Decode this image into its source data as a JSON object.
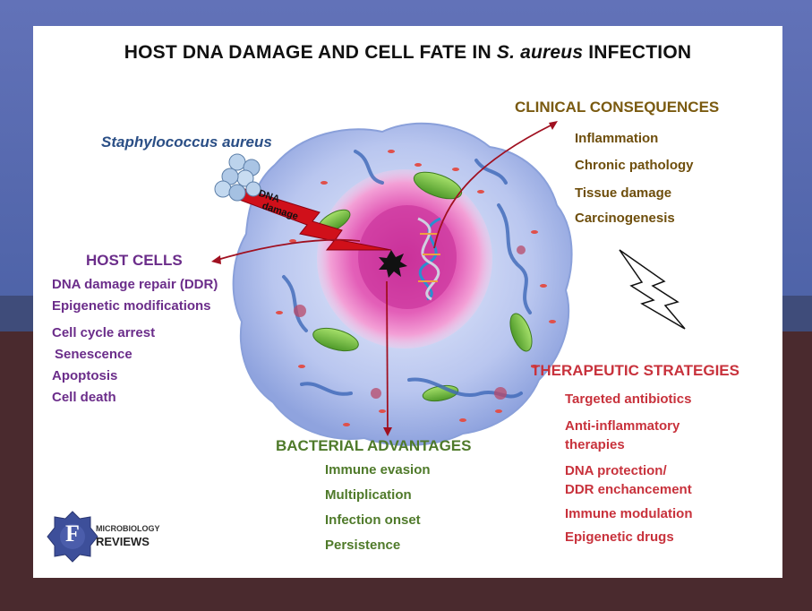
{
  "title_main": "HOST DNA DAMAGE AND CELL FATE IN",
  "title_species": "S. aureus",
  "title_end": "INFECTION",
  "bacterium_label": "Staphylococcus aureus",
  "damage_label_line1": "DNA",
  "damage_label_line2": "damage",
  "host_cells": {
    "heading": "HOST CELLS",
    "items": [
      "DNA damage repair (DDR)",
      "Epigenetic modifications",
      "Cell cycle arrest",
      "Senescence",
      "Apoptosis",
      "Cell death"
    ]
  },
  "clinical": {
    "heading": "CLINICAL CONSEQUENCES",
    "items": [
      "Inflammation",
      "Chronic pathology",
      "Tissue damage",
      "Carcinogenesis"
    ]
  },
  "therapeutic": {
    "heading": "THERAPEUTIC STRATEGIES",
    "items": [
      "Targeted antibiotics",
      "Anti-inflammatory\ntherapies",
      "DNA protection/\nDDR enchancement",
      "Immune modulation",
      "Epigenetic drugs"
    ]
  },
  "bacterial": {
    "heading": "BACTERIAL ADVANTAGES",
    "items": [
      "Immune evasion",
      "Multiplication",
      "Infection onset",
      "Persistence"
    ]
  },
  "logo": {
    "line1": "MICROBIOLOGY",
    "line2": "REVIEWS",
    "letter": "F"
  },
  "colors": {
    "host": "#6b2d8a",
    "clinical": "#7a5a10",
    "therapeutic": "#c8323c",
    "bacterial": "#4f7a2a",
    "arrow": "#a01020",
    "bolt": "#d0101a"
  }
}
